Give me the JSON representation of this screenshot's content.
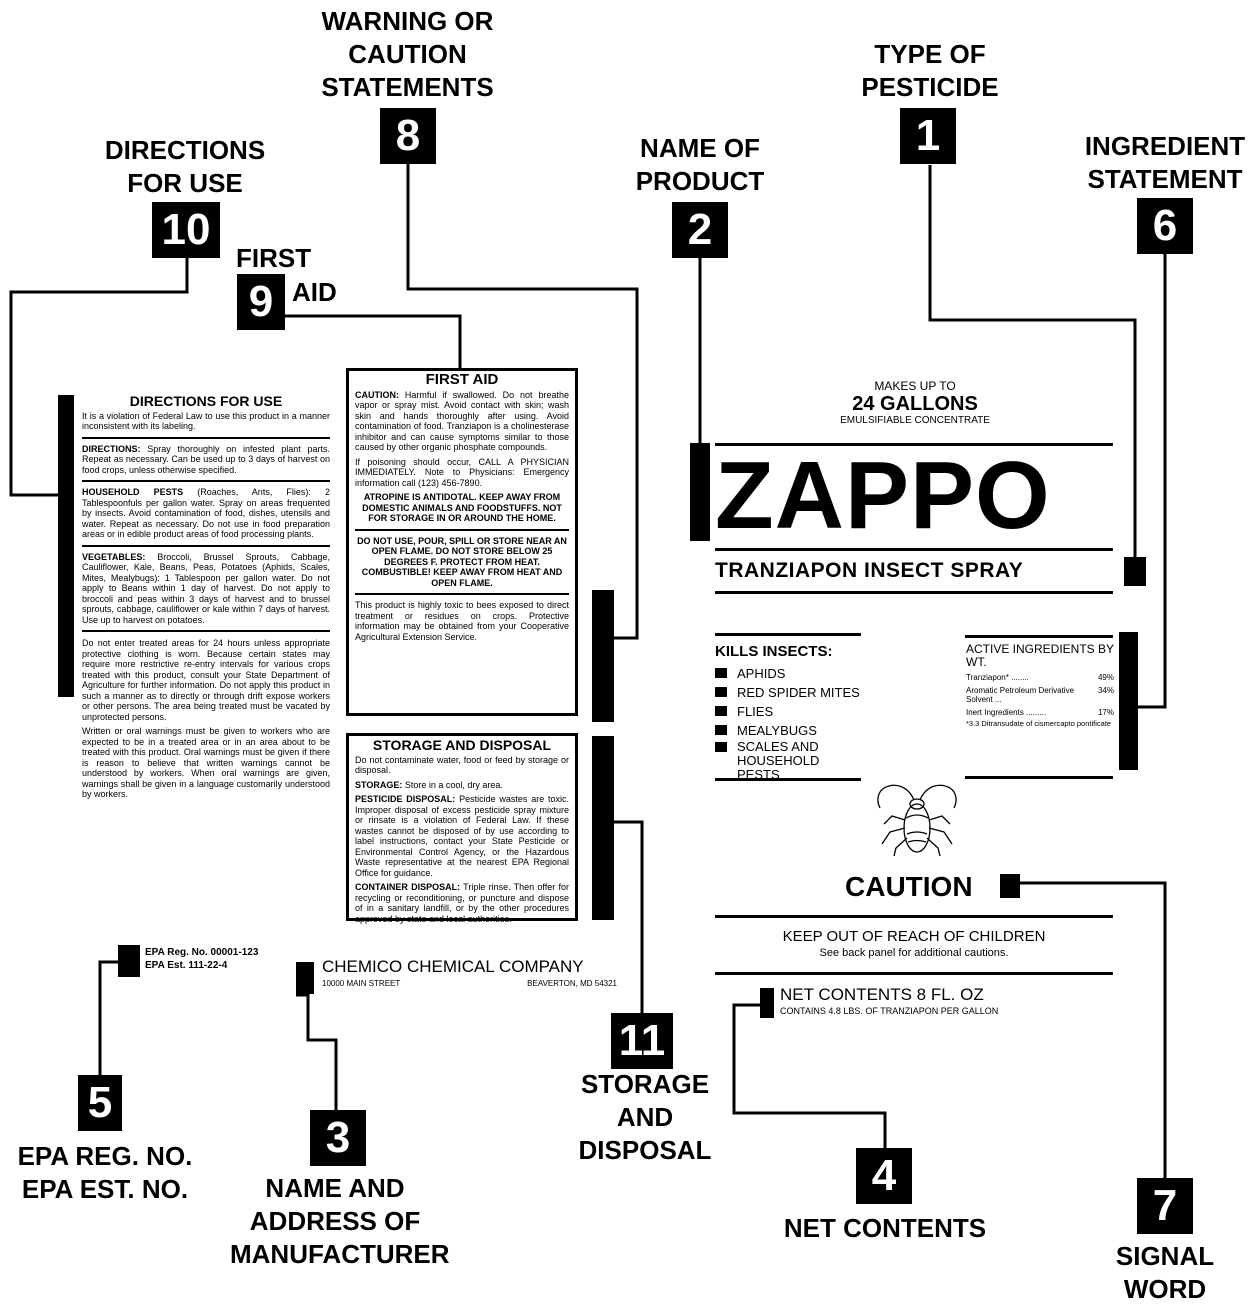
{
  "callouts": {
    "c1": {
      "num": "1",
      "label": [
        "TYPE OF",
        "PESTICIDE"
      ]
    },
    "c2": {
      "num": "2",
      "label": [
        "NAME OF",
        "PRODUCT"
      ]
    },
    "c3": {
      "num": "3",
      "label": [
        "NAME AND",
        "ADDRESS OF",
        "MANUFACTURER"
      ]
    },
    "c4": {
      "num": "4",
      "label": [
        "NET CONTENTS"
      ]
    },
    "c5": {
      "num": "5",
      "label": [
        "EPA REG. NO.",
        "EPA EST. NO."
      ]
    },
    "c6": {
      "num": "6",
      "label": [
        "INGREDIENT",
        "STATEMENT"
      ]
    },
    "c7": {
      "num": "7",
      "label": [
        "SIGNAL",
        "WORD"
      ]
    },
    "c8": {
      "num": "8",
      "label": [
        "WARNING OR",
        "CAUTION",
        "STATEMENTS"
      ]
    },
    "c9": {
      "num": "9",
      "label_top": "FIRST",
      "label_side": "AID"
    },
    "c10": {
      "num": "10",
      "label": [
        "DIRECTIONS",
        "FOR USE"
      ]
    },
    "c11": {
      "num": "11",
      "label": [
        "STORAGE",
        "AND",
        "DISPOSAL"
      ]
    }
  },
  "directions": {
    "title": "DIRECTIONS FOR USE",
    "intro": "It is a violation of Federal Law to use this product in a manner inconsistent with its labeling.",
    "directions_head": "DIRECTIONS:",
    "directions_text": " Spray thoroughly on infested plant parts. Repeat as necessary. Can be used up to 3 days of harvest on food crops, unless otherwise specified.",
    "household_head": "HOUSEHOLD PESTS",
    "household_text": " (Roaches, Ants, Flies): 2 Tablespoonfuls per gallon water. Spray on areas frequented by insects. Avoid contamination of food, dishes, utensils and water. Repeat as necessary. Do not use in food preparation areas or in edible product areas of food processing plants.",
    "veg_head": "VEGETABLES:",
    "veg_text": " Broccoli, Brussel Sprouts, Cabbage, Cauliflower, Kale, Beans, Peas, Potatoes (Aphids, Scales, Mites, Mealybugs): 1 Tablespoon per gallon water. Do not apply to Beans within 1 day of harvest. Do not apply to broccoli and peas within 3 days of harvest and to brussel sprouts, cabbage, cauliflower or kale within 7 days of harvest. Use up to harvest on potatoes.",
    "entry_text": "Do not enter treated areas for 24 hours unless appropriate protective clothing is worn. Because certain states may require more restrictive re-entry intervals for various crops treated with this product, consult your State Department of Agriculture for further information. Do not apply this product in such a manner as to directly or through drift expose workers or other persons. The area being treated must be vacated by unprotected persons.",
    "oral_text": "Written or oral warnings must be given to workers who are expected to be in a treated area or in an area about to be treated with this product. Oral warnings must be given if there is reason to believe that written warnings cannot be understood by workers. When oral warnings are given, warnings shall be given in a language customarily understood by workers."
  },
  "first_aid": {
    "title": "FIRST AID",
    "caution_head": "CAUTION:",
    "caution_text": " Harmful if swallowed. Do not breathe vapor or spray mist. Avoid contact with skin; wash skin and hands thoroughly after using. Avoid contamination of food. Tranziapon is a cholinesterase inhibitor and can cause symptoms similar to those caused by other organic phosphate compounds.",
    "poison_text": "If poisoning should occur, CALL A PHYSICIAN IMMEDIATELY. Note to Physicians: Emergency information call (123) 456-7890.",
    "atropine": "ATROPINE IS ANTIDOTAL. KEEP AWAY FROM DOMESTIC ANIMALS AND FOODSTUFFS. NOT FOR STORAGE IN OR AROUND THE HOME.",
    "flame": "DO NOT USE, POUR, SPILL OR STORE NEAR AN OPEN FLAME. DO NOT STORE BELOW 25 DEGREES F. PROTECT FROM HEAT. COMBUSTIBLE! KEEP AWAY FROM HEAT AND OPEN FLAME.",
    "bees": "This product is highly toxic to bees exposed to direct treatment or residues on crops. Protective information may be obtained from your Cooperative Agricultural Extension Service."
  },
  "storage": {
    "title": "STORAGE AND DISPOSAL",
    "intro": "Do not contaminate water, food or feed by storage or disposal.",
    "storage_head": "STORAGE:",
    "storage_text": " Store in a cool, dry area.",
    "pesticide_head": "PESTICIDE DISPOSAL:",
    "pesticide_text": " Pesticide wastes are toxic. Improper disposal of excess pesticide spray mixture or rinsate is a violation of Federal Law. If these wastes cannot be disposed of by use according to label instructions, contact your State Pesticide or Environmental Control Agency, or the Hazardous Waste representative at the nearest EPA Regional Office for guidance.",
    "container_head": "CONTAINER DISPOSAL:",
    "container_text": " Triple rinse. Then offer for recycling or reconditioning, or puncture and dispose of in a sanitary landfill, or by the other procedures approved by state and local authorities."
  },
  "epa": {
    "reg": "EPA Reg. No. 00001-123",
    "est": "EPA Est. 111-22-4"
  },
  "company": {
    "name": "CHEMICO CHEMICAL COMPANY",
    "street": "10000 MAIN STREET",
    "city": "BEAVERTON, MD 54321"
  },
  "product": {
    "makes": "MAKES UP TO",
    "gallons": "24 GALLONS",
    "type": "EMULSIFIABLE CONCENTRATE",
    "name": "ZAPPO",
    "subtitle": "TRANZIAPON INSECT SPRAY"
  },
  "kills": {
    "title": "KILLS INSECTS:",
    "items": [
      "APHIDS",
      "RED SPIDER MITES",
      "FLIES",
      "MEALYBUGS",
      "SCALES AND HOUSEHOLD PESTS"
    ]
  },
  "ingredients": {
    "title": "ACTIVE INGREDIENTS BY WT.",
    "rows": [
      {
        "name": "Tranziapon*",
        "dots": " ........",
        "pct": "49%"
      },
      {
        "name": "Aromatic Petroleum Derivative Solvent",
        "dots": " ...",
        "pct": "34%"
      },
      {
        "name": "Inert Ingredients",
        "dots": " .........",
        "pct": "17%"
      }
    ],
    "note": "*3.3 Ditransudate of cismercapto pontificate"
  },
  "signal": {
    "word": "CAUTION"
  },
  "keep_out": {
    "main": "KEEP OUT OF REACH OF CHILDREN",
    "sub": "See back panel for additional cautions."
  },
  "net": {
    "main": "NET CONTENTS 8 FL. OZ",
    "sub": "CONTAINS 4.8 LBS. OF TRANZIAPON PER GALLON"
  }
}
